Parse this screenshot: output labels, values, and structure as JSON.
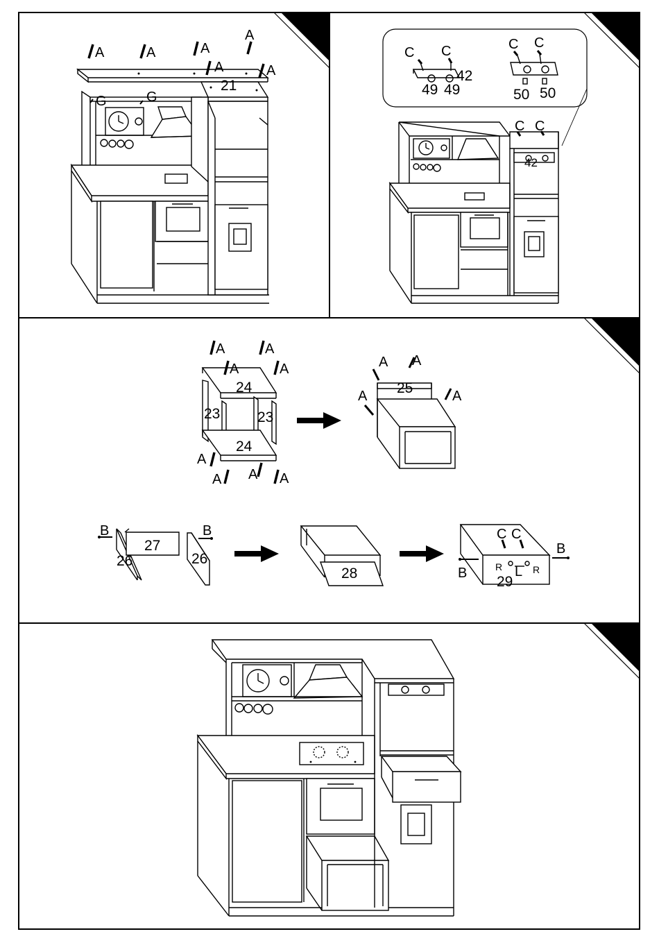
{
  "steps": [
    {
      "labels": {
        "screw_a": "A",
        "screw_g": "G",
        "panel_21": "21"
      }
    },
    {
      "labels": {
        "screw_c": "C",
        "part_42": "42",
        "part_49": "49",
        "part_50": "50"
      }
    },
    {
      "labels": {
        "screw_a": "A",
        "screw_b": "B",
        "screw_c": "C",
        "part_23": "23",
        "part_24": "24",
        "part_25": "25",
        "part_26": "26",
        "part_27": "27",
        "part_28": "28",
        "part_29": "29",
        "side_r": "R",
        "side_l": "L"
      }
    },
    {
      "labels": {}
    }
  ],
  "colors": {
    "ink": "#000000",
    "paper": "#ffffff"
  }
}
